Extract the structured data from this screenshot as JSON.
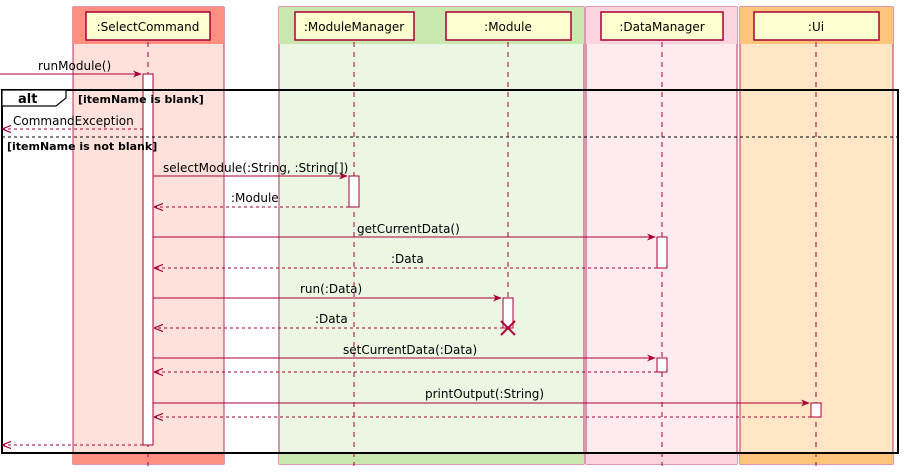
{
  "colors": {
    "arrow": "#a80036",
    "box_fill": "#fefece",
    "lifeline": "#a80036",
    "frame": "#000000"
  },
  "participants": [
    {
      "id": "select",
      "label": ":SelectCommand",
      "box_color": "#ff8f80",
      "band_color": "#ffe1dc"
    },
    {
      "id": "modmgr",
      "label": ":ModuleManager",
      "box_color": "#c9e8b0",
      "band_color": "#ebf6e3"
    },
    {
      "id": "module",
      "label": ":Module",
      "box_color": "#c9e8b0",
      "band_color": "#ebf6e3"
    },
    {
      "id": "datamgr",
      "label": ":DataManager",
      "box_color": "#fbd4dd",
      "band_color": "#fdebef"
    },
    {
      "id": "ui",
      "label": ":Ui",
      "box_color": "#ffc47b",
      "band_color": "#ffe6c6"
    }
  ],
  "alt_frame": {
    "keyword": "alt",
    "guard_1": "[itemName is blank]",
    "guard_2": "[itemName is not blank]"
  },
  "messages": [
    {
      "id": "m1",
      "label": "runModule()",
      "type": "call"
    },
    {
      "id": "m2",
      "label": "CommandException",
      "type": "return"
    },
    {
      "id": "m3",
      "label": "selectModule(:String, :String[])",
      "type": "call"
    },
    {
      "id": "m4",
      "label": ":Module",
      "type": "return"
    },
    {
      "id": "m5",
      "label": "getCurrentData()",
      "type": "call"
    },
    {
      "id": "m6",
      "label": ":Data",
      "type": "return"
    },
    {
      "id": "m7",
      "label": "run(:Data)",
      "type": "call"
    },
    {
      "id": "m8",
      "label": ":Data",
      "type": "return"
    },
    {
      "id": "m9",
      "label": "setCurrentData(:Data)",
      "type": "call"
    },
    {
      "id": "m10",
      "label": "",
      "type": "return"
    },
    {
      "id": "m11",
      "label": "printOutput(:String)",
      "type": "call"
    },
    {
      "id": "m12",
      "label": "",
      "type": "return"
    },
    {
      "id": "m13",
      "label": "",
      "type": "return"
    }
  ]
}
